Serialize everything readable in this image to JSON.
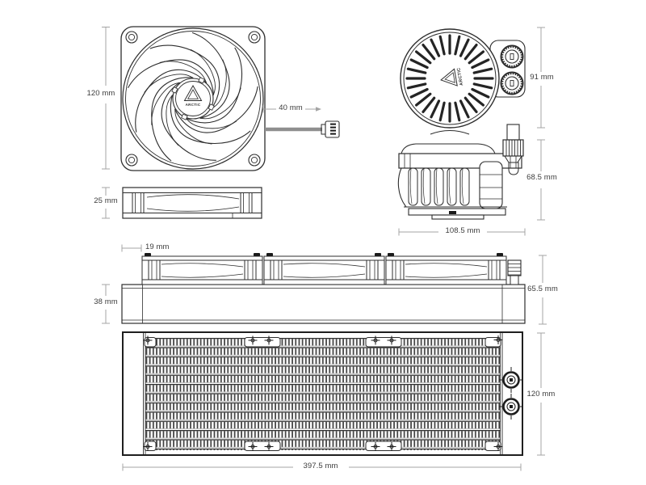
{
  "brand": {
    "logo_text": "ARCTIC"
  },
  "dimensions": {
    "fan_height": "120 mm",
    "cable_length": "40 mm",
    "fan_depth": "25 mm",
    "pump_diameter": "91 mm",
    "pump_height": "68.5 mm",
    "pump_width": "108.5 mm",
    "radiator_tank_offset": "19 mm",
    "radiator_thickness": "38 mm",
    "assembly_height": "65.5 mm",
    "radiator_width": "120 mm",
    "radiator_length": "397.5 mm"
  },
  "colors": {
    "line": "#2d2d2d",
    "heavy_line": "#1f1f1f",
    "dimension_line": "#a4a4a4",
    "label_text": "#3c3c3c",
    "cable": "#8f8f8f",
    "background": "#ffffff"
  }
}
